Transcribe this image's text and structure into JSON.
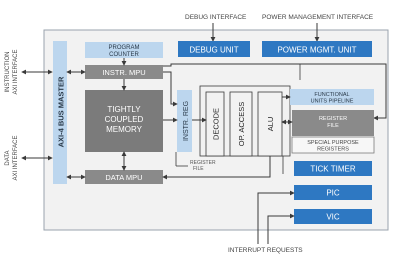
{
  "external": {
    "debug_interface": "DEBUG INTERFACE",
    "power_interface": "POWER MANAGEMENT INTERFACE",
    "instruction_axi": [
      "INSTRUCTION",
      "AXI INTERFACE"
    ],
    "data_axi": [
      "DATA",
      "AXI INTERFACE"
    ],
    "interrupt_requests": "INTERRUPT REQUESTS"
  },
  "blocks": {
    "axi_master": "AXI-4 BUS MASTER",
    "program_counter": [
      "PROGRAM",
      "COUNTER"
    ],
    "instr_mpu": "INSTR. MPU",
    "tcm": [
      "TIGHTLY",
      "COUPLED",
      "MEMORY"
    ],
    "instr_reg": "INSTR. REG",
    "decode": "DECODE",
    "op_access": "OP. ACCESS",
    "alu": "ALU",
    "data_mpu": "DATA MPU",
    "debug_unit": "DEBUG UNIT",
    "power_unit": "POWER MGMT. UNIT",
    "functional_units": [
      "FUNCTIONAL",
      "UNITS PIPELINE"
    ],
    "register_file_right": [
      "REGISTER",
      "FILE"
    ],
    "special_registers": [
      "SPECIAL PURPOSE",
      "REGISTERS"
    ],
    "register_file_label": [
      "REGISTER",
      "FILE"
    ],
    "tick_timer": "TICK TIMER",
    "pic": "PIC",
    "vic": "VIC"
  },
  "colors": {
    "canvas": "#f2f2f2",
    "border": "#9aa3ad",
    "light_blue": "#bcd6ee",
    "dark_gray": "#8a8a8a",
    "darker_gray": "#7b7b7b",
    "blue": "#2e78c2",
    "arrow": "#3a3a3a"
  }
}
